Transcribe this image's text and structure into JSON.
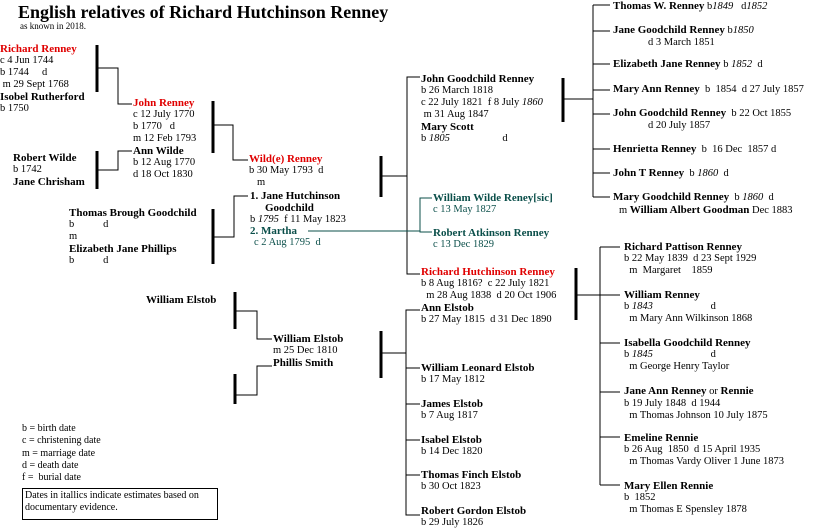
{
  "title": "English relatives of Richard Hutchinson Renney",
  "subtitle": "as known in 2018.",
  "colors": {
    "highlight": "#e00000",
    "teal": "#0b4f4a",
    "text": "#000000"
  },
  "gen1": {
    "richard": {
      "name": "Richard Renney",
      "l1": "c 4 Jun 1744",
      "l2": "b 1744     d",
      "l3": " m 29 Sept 1768"
    },
    "isobel": {
      "name": "Isobel Rutherford",
      "l1": "b 1750"
    },
    "robert_wilde": {
      "name": "Robert Wilde",
      "l1": "b 1742"
    },
    "jane_chrisham": {
      "name": "Jane Chrisham"
    },
    "thomas_goodchild": {
      "name": "Thomas Brough Goodchild",
      "l1": "b           d",
      "l2": "m"
    },
    "elizabeth_phillips": {
      "name": "Elizabeth Jane Phillips",
      "l1": "b           d"
    },
    "william_elstob_sr": {
      "name": "William Elstob"
    }
  },
  "gen2": {
    "john": {
      "name": "John Renney",
      "l1": "c 12 July 1770",
      "l2": "b 1770   d",
      "l3": "m 12 Feb 1793"
    },
    "ann_wilde": {
      "name": "Ann Wilde",
      "l1": "b 12 Aug 1770",
      "l2": "d 18 Oct 1830"
    },
    "william_elstob": {
      "name": "William Elstob",
      "l1": "m 25 Dec 1810"
    },
    "phillis": {
      "name": "Phillis Smith"
    }
  },
  "gen3": {
    "wilde": {
      "name": "Wild(e) Renney",
      "l1": "b 30 May 1793  d",
      "l2": "m"
    },
    "jane_h": {
      "name1": "1. Jane Hutchinson",
      "name2": "Goodchild",
      "l1a": "b ",
      "l1b": "1795",
      "l1c": "  f 11 May 1823"
    },
    "martha": {
      "name": "2. Martha",
      "l1": "c 2 Aug 1795  d"
    }
  },
  "gen4": {
    "john_g": {
      "name": "John Goodchild Renney",
      "l1": "b 26 March 1818",
      "l2a": "c 22 July 1821  f 8 July ",
      "l2b": "1860",
      "l3": " m 31 Aug 1847"
    },
    "mary_scott": {
      "name": "Mary Scott",
      "l1a": "b ",
      "l1b": "1805",
      "l1c": "                    d"
    },
    "william_wilde": {
      "name": "William Wilde Reney[sic]",
      "l1": "c 13 May 1827"
    },
    "robert_atkinson": {
      "name": "Robert Atkinson Renney",
      "l1": "c 13 Dec 1829"
    },
    "richard_h": {
      "name": "Richard Hutchinson Renney",
      "l1": "b 8 Aug 1816?  c 22 July 1821",
      "l2": "  m 28 Aug 1838  d 20 Oct 1906"
    },
    "ann_elstob": {
      "name": "Ann Elstob",
      "l1": "b 27 May 1815  d 31 Dec 1890"
    },
    "elstob_siblings": [
      {
        "name": "William Leonard Elstob",
        "l1": "b 17 May 1812"
      },
      {
        "name": "James Elstob",
        "l1": "b 7 Aug 1817"
      },
      {
        "name": "Isabel Elstob",
        "l1": "b 14 Dec 1820"
      },
      {
        "name": "Thomas Finch Elstob",
        "l1": "b 30 Oct 1823"
      },
      {
        "name": "Robert Gordon Elstob",
        "l1": "b 29 July 1826"
      }
    ]
  },
  "gen5_john": [
    {
      "name": "Thomas W. Renney",
      "d1": " b",
      "d1i": "1849",
      "d2": "   d",
      "d2i": "1852"
    },
    {
      "name": "Jane Goodchild Renney",
      "d1": " b",
      "d1i": "1850",
      "l2": "d 3 March 1851"
    },
    {
      "name": "Elizabeth Jane Renney",
      "d1": " b ",
      "d1i": "1852",
      "d2": "  d"
    },
    {
      "name": "Mary Ann Renney",
      "d1": "  b  1854  d 27 July 1857"
    },
    {
      "name": "John Goodchild Renney",
      "d1": "  b 22 Oct 1855",
      "l2": "d 20 July 1857"
    },
    {
      "name": "Henrietta Renney",
      "d1": "  b  16 Dec  1857 d"
    },
    {
      "name": "John T Renney",
      "d1": "  b ",
      "d1i": "1860",
      "d2": "  d"
    },
    {
      "name": "Mary Goodchild Renney",
      "d1": "  b ",
      "d1i": "1860",
      "d2": "  d",
      "l2a": "m ",
      "l2b": "William Albert Goodman",
      "l2c": " Dec 1883"
    }
  ],
  "gen5_richard": [
    {
      "name": "Richard Pattison Renney",
      "l1": "b 22 May 1839  d 23 Sept 1929",
      "l2": "  m  Margaret    1859"
    },
    {
      "name": "William Renney",
      "l1a": "b ",
      "l1b": "1843",
      "l1c": "                      d",
      "l2": "  m Mary Ann Wilkinson 1868"
    },
    {
      "name": "Isabella Goodchild Renney",
      "l1a": "b ",
      "l1b": "1845",
      "l1c": "                      d",
      "l2": "  m George Henry Taylor"
    },
    {
      "name": "Jane Ann Renney",
      "or": " or ",
      "name2": "Rennie",
      "l1": "b 19 July 1848  d 1944",
      "l2": "  m Thomas Johnson 10 July 1875"
    },
    {
      "name": "Emeline Rennie",
      "l1": "b 26 Aug  1850  d 15 April 1935",
      "l2": "  m Thomas Vardy Oliver 1 June 1873"
    },
    {
      "name": "Mary Ellen Rennie",
      "l1": "b  1852",
      "l2": "  m Thomas E Spensley 1878"
    }
  ],
  "legend": {
    "items": [
      "b = birth date",
      "c = christening date",
      "m = marriage date",
      "d = death date",
      "f =  burial date"
    ],
    "note": "Dates in itallics indicate estimates based on documentary evidence."
  }
}
